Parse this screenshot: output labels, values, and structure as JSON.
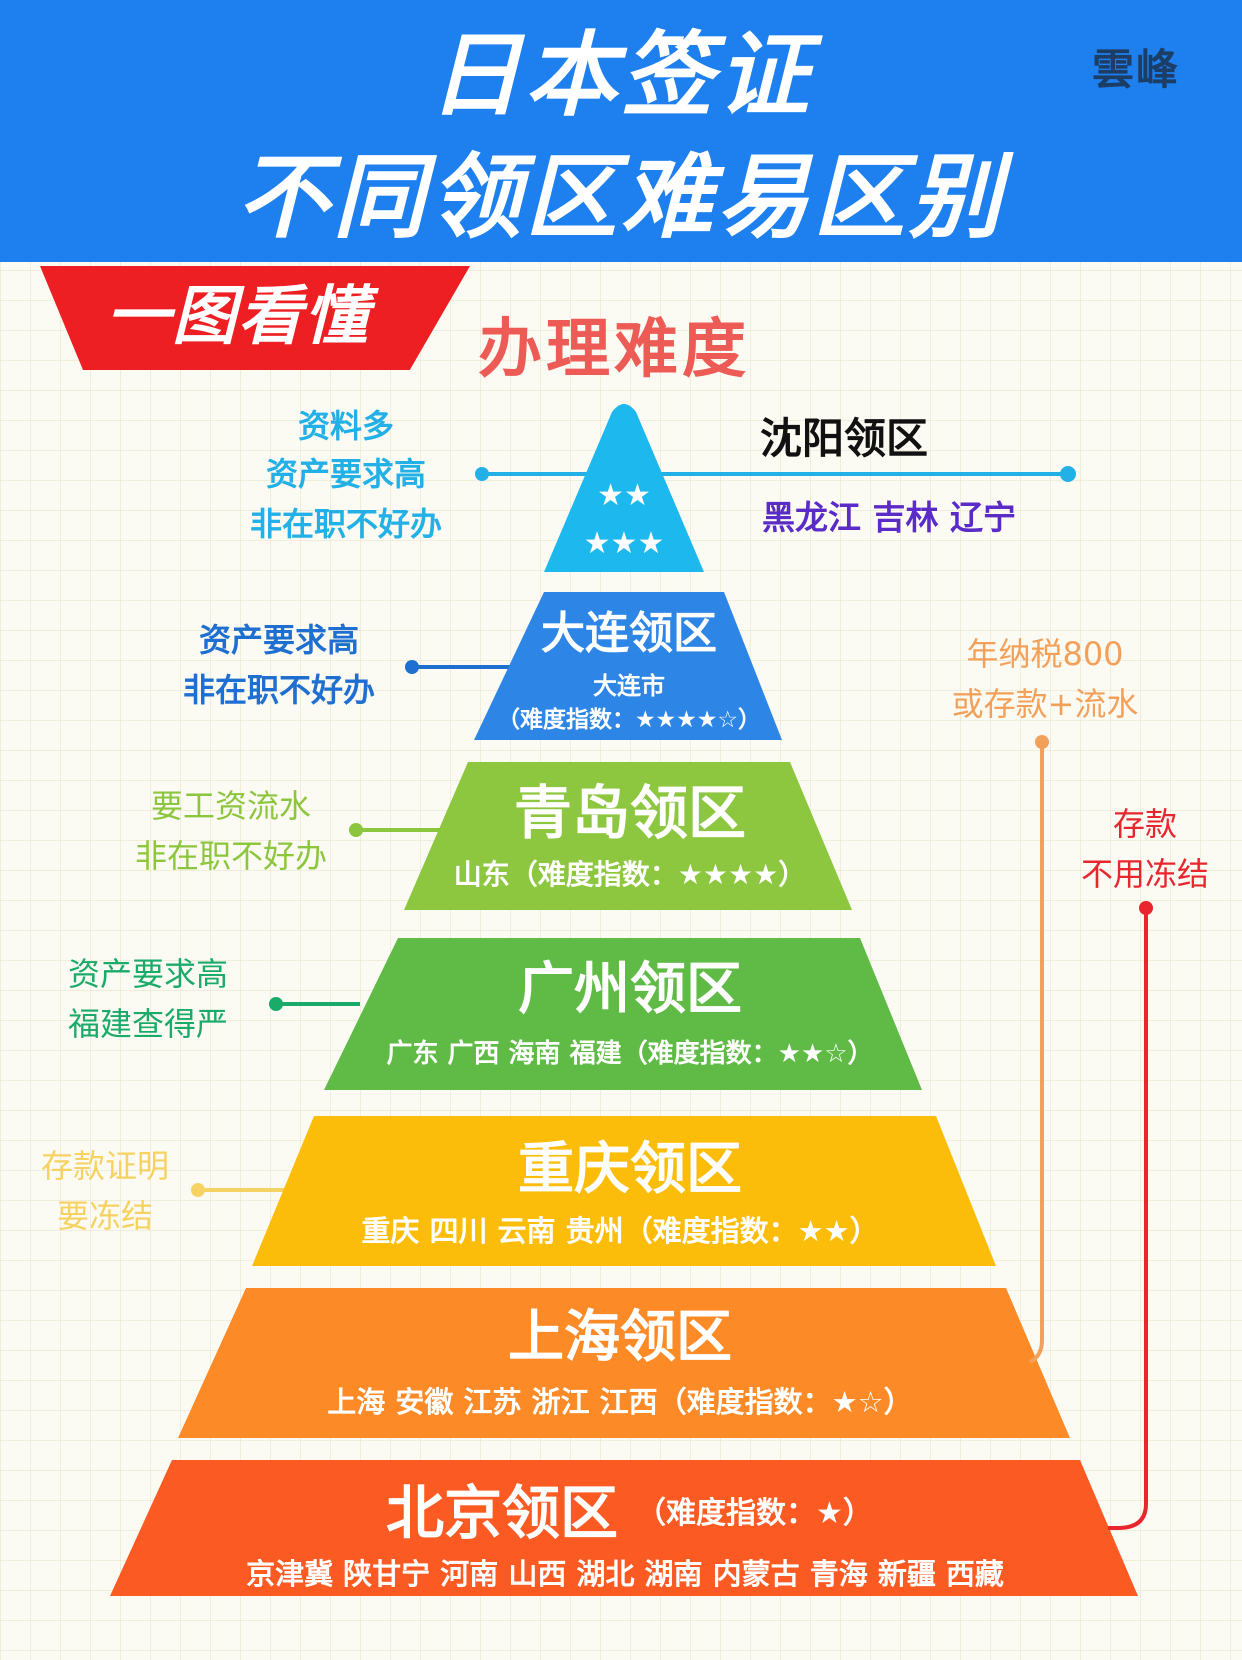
{
  "header": {
    "title_line1": "日本签证",
    "title_line2": "不同领区难易区别",
    "seal_text": "雲峰",
    "bg_color": "#1e80ee"
  },
  "badge": {
    "label": "一图看懂",
    "color": "#ee1f22"
  },
  "subtitle": {
    "label": "办理难度",
    "color": "#ec5b55"
  },
  "tiers": [
    {
      "name": "沈阳领区",
      "regions": "黑龙江  吉林  辽宁",
      "stars_line1": "★★",
      "stars_line2": "★★★",
      "color": "#1cb8ee",
      "notes": [
        "资料多",
        "资产要求高",
        "非在职不好办"
      ],
      "note_color": "#22b0e6"
    },
    {
      "name": "大连领区",
      "regions": "大连市",
      "difficulty": "（难度指数：★★★★☆）",
      "color": "#2d86e6",
      "notes": [
        "资产要求高",
        "非在职不好办"
      ],
      "note_color": "#1f6fd0"
    },
    {
      "name": "青岛领区",
      "regions_difficulty": "山东（难度指数：★★★★）",
      "color": "#8dc63f",
      "notes": [
        "要工资流水",
        "非在职不好办"
      ],
      "note_color": "#8cc63e"
    },
    {
      "name": "广州领区",
      "regions_difficulty": "广东  广西  海南  福建（难度指数：★★☆）",
      "color": "#5fbb46",
      "notes": [
        "资产要求高",
        "福建查得严"
      ],
      "note_color": "#1aaa6a"
    },
    {
      "name": "重庆领区",
      "regions_difficulty": "重庆  四川  云南  贵州（难度指数：★★）",
      "color": "#fbbd0a",
      "notes": [
        "存款证明",
        "要冻结"
      ],
      "note_color": "#f6d263"
    },
    {
      "name": "上海领区",
      "regions_difficulty": "上海  安徽  江苏  浙江  江西（难度指数：★☆）",
      "color": "#fb8a27"
    },
    {
      "name": "北京领区",
      "difficulty": "（难度指数：★）",
      "regions": "京津冀  陕甘宁  河南  山西  湖北  湖南  内蒙古  青海  新疆  西藏",
      "color": "#fb5a22"
    }
  ],
  "side_notes": {
    "tax": {
      "lines": [
        "年纳税800",
        "或存款+流水"
      ],
      "color": "#f3a15a"
    },
    "deposit": {
      "lines": [
        "存款",
        "不用冻结"
      ],
      "color": "#e8262e"
    }
  }
}
